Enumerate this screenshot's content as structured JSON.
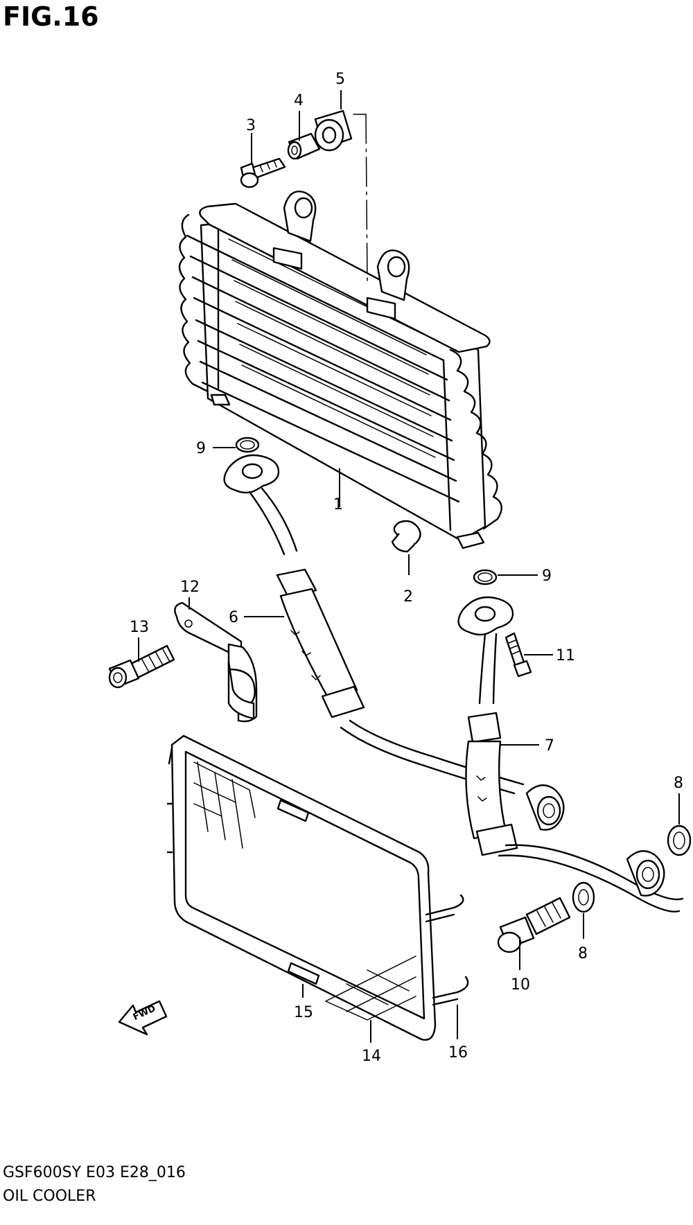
{
  "figure": {
    "title": "FIG.16",
    "model_code": "GSF600SY E03 E28_016",
    "name": "OIL COOLER"
  },
  "direction_marker": {
    "label": "FWD"
  },
  "callouts": [
    {
      "id": "c1",
      "label": "1"
    },
    {
      "id": "c2",
      "label": "2"
    },
    {
      "id": "c3",
      "label": "3"
    },
    {
      "id": "c4",
      "label": "4"
    },
    {
      "id": "c5",
      "label": "5"
    },
    {
      "id": "c6",
      "label": "6"
    },
    {
      "id": "c7",
      "label": "7"
    },
    {
      "id": "c8a",
      "label": "8"
    },
    {
      "id": "c8b",
      "label": "8"
    },
    {
      "id": "c9a",
      "label": "9"
    },
    {
      "id": "c9b",
      "label": "9"
    },
    {
      "id": "c10",
      "label": "10"
    },
    {
      "id": "c11",
      "label": "11"
    },
    {
      "id": "c12",
      "label": "12"
    },
    {
      "id": "c13",
      "label": "13"
    },
    {
      "id": "c14",
      "label": "14"
    },
    {
      "id": "c15",
      "label": "15"
    },
    {
      "id": "c16",
      "label": "16"
    }
  ]
}
